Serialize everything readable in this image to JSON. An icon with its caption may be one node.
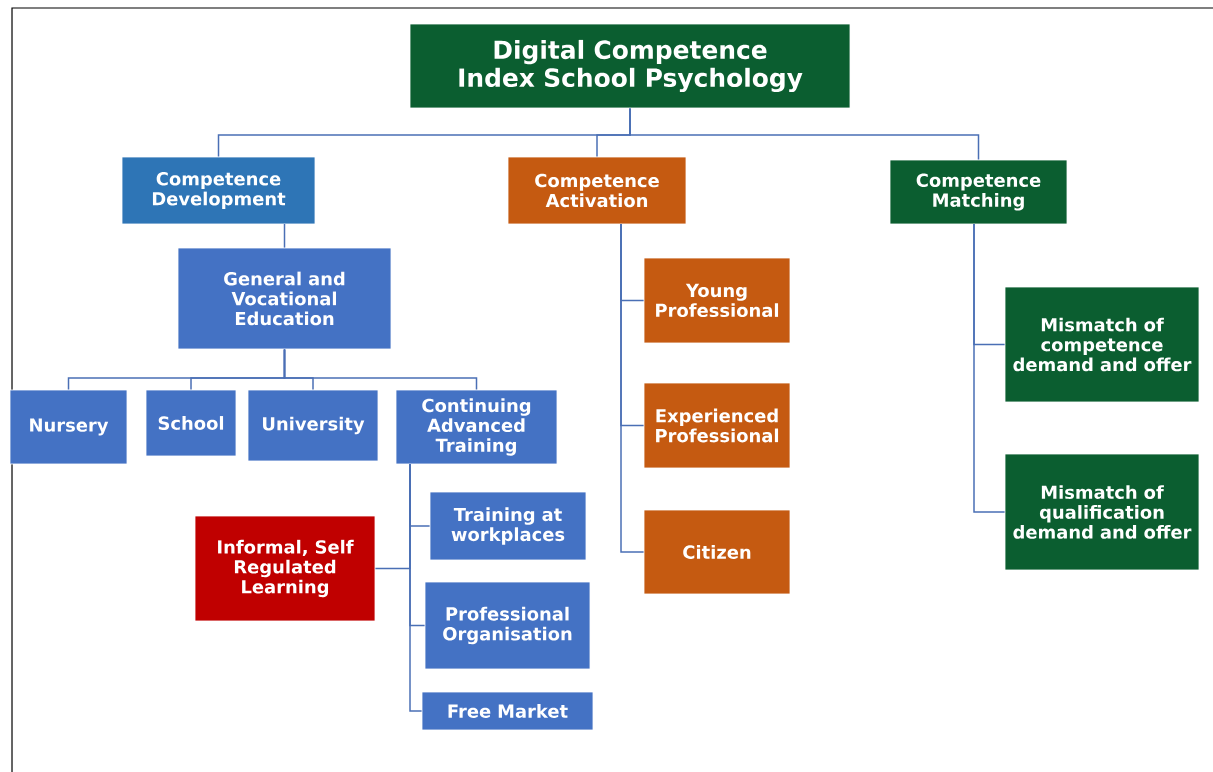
{
  "diagram": {
    "nodes": [
      {
        "text": [
          "Digital Competence Index School Psychology"
        ]
      },
      {
        "text": [
          "Competence Development"
        ]
      },
      {
        "text": [
          "Competence Activation"
        ]
      },
      {
        "text": [
          "Competence Matching"
        ]
      },
      {
        "text": [
          "General and Vocational Education"
        ]
      },
      {
        "text": [
          "Nursery"
        ]
      },
      {
        "text": [
          "School"
        ]
      },
      {
        "text": [
          "University"
        ]
      },
      {
        "text": [
          "Continuing Advanced Training"
        ]
      },
      {
        "text": [
          "Young Professional"
        ]
      },
      {
        "text": [
          "Experienced Professional"
        ]
      },
      {
        "text": [
          "Citizen"
        ]
      },
      {
        "text": [
          "Mismatch of competence demand and offer"
        ]
      },
      {
        "text": [
          "Mismatch of qualification demand and offer"
        ]
      },
      {
        "text": [
          "Informal, Self Regulated Learning"
        ]
      },
      {
        "text": [
          "Training at workplaces"
        ]
      },
      {
        "text": [
          "Professional Organisation"
        ]
      },
      {
        "text": [
          "Free Market"
        ]
      }
    ],
    "edges": [
      {
        "from": 0,
        "to": 1,
        "arrow": "none"
      },
      {
        "from": 0,
        "to": 2,
        "arrow": "none"
      },
      {
        "from": 0,
        "to": 3,
        "arrow": "none"
      },
      {
        "from": 1,
        "to": 4,
        "arrow": "none"
      },
      {
        "from": 4,
        "to": 5,
        "arrow": "none"
      },
      {
        "from": 4,
        "to": 6,
        "arrow": "none"
      },
      {
        "from": 4,
        "to": 7,
        "arrow": "none"
      },
      {
        "from": 4,
        "to": 8,
        "arrow": "none"
      },
      {
        "from": 2,
        "to": 9,
        "arrow": "none"
      },
      {
        "from": 2,
        "to": 10,
        "arrow": "none"
      },
      {
        "from": 2,
        "to": 11,
        "arrow": "none"
      },
      {
        "from": 3,
        "to": 12,
        "arrow": "none"
      },
      {
        "from": 3,
        "to": 13,
        "arrow": "none"
      },
      {
        "from": 8,
        "to": 14,
        "arrow": "none"
      },
      {
        "from": 8,
        "to": 15,
        "arrow": "none"
      },
      {
        "from": 8,
        "to": 16,
        "arrow": "none"
      },
      {
        "from": 8,
        "to": 17,
        "arrow": "none"
      }
    ]
  }
}
